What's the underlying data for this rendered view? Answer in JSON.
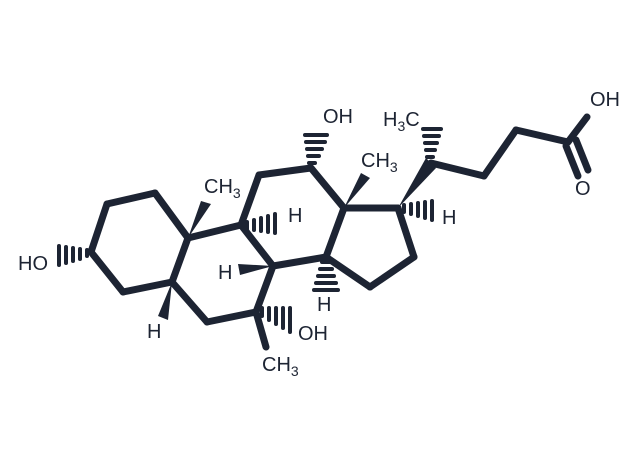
{
  "molecule": {
    "labels": {
      "oh_c12": "OH",
      "oh_acid": "OH",
      "oxo_acid": "O",
      "oh_c3": "HO",
      "oh_c7": "OH",
      "h3c_side": {
        "main": "H",
        "sub": "3",
        "end": "C"
      },
      "ch3_c13": {
        "main": "CH",
        "sub": "3"
      },
      "ch3_c10": {
        "main": "CH",
        "sub": "3"
      },
      "ch3_c7": {
        "main": "CH",
        "sub": "3"
      },
      "h_c9": "H",
      "h_c17": "H",
      "h_c8": "H",
      "h_c5": "H",
      "h_c14": "H"
    },
    "colors": {
      "ink": "#1d2433",
      "background": "#ffffff"
    }
  }
}
